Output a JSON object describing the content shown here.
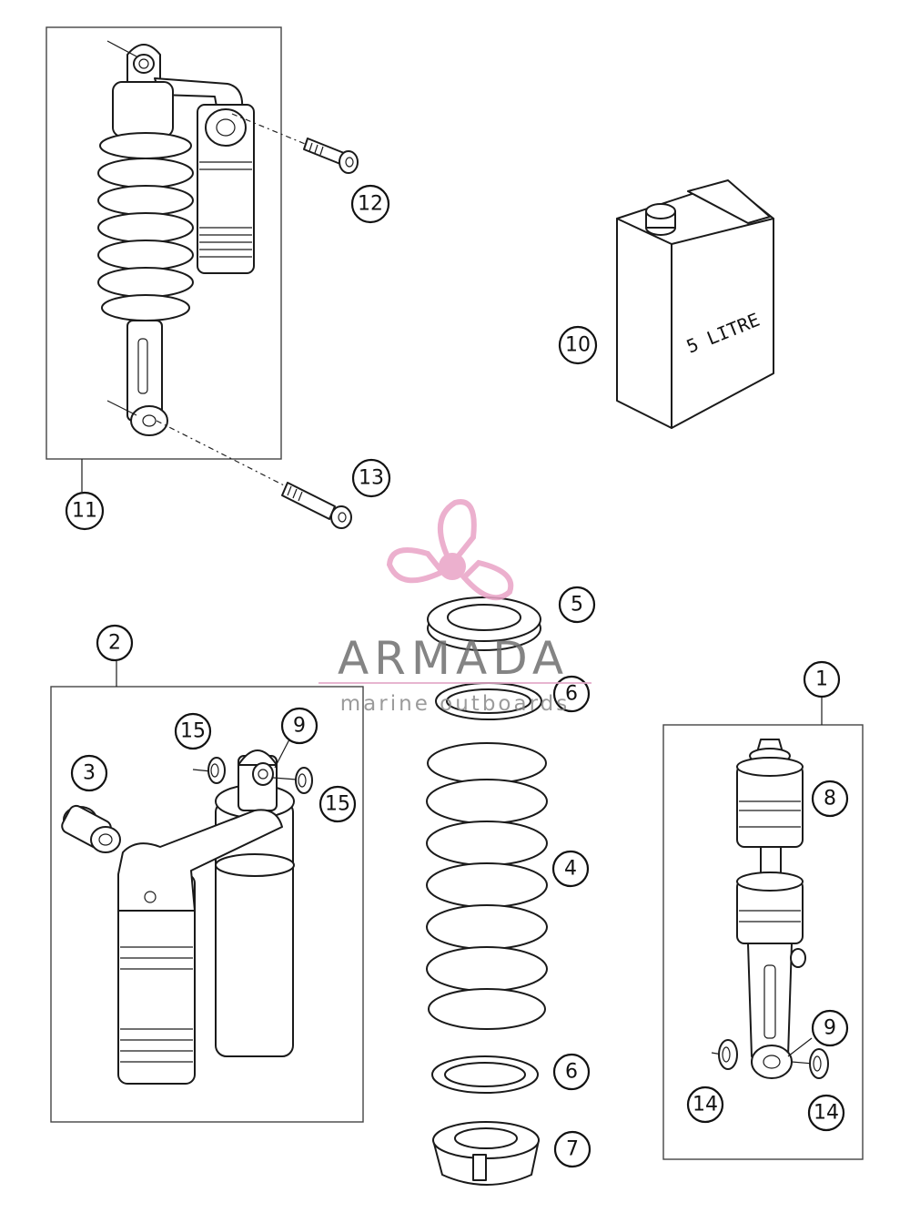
{
  "callouts": {
    "c1": "1",
    "c2": "2",
    "c3": "3",
    "c4": "4",
    "c5": "5",
    "c6a": "6",
    "c6b": "6",
    "c7": "7",
    "c8": "8",
    "c9a": "9",
    "c9b": "9",
    "c10": "10",
    "c11": "11",
    "c12": "12",
    "c13": "13",
    "c14a": "14",
    "c14b": "14",
    "c15a": "15",
    "c15b": "15"
  },
  "canister_label": "5 LITRE",
  "watermark": {
    "brand": "ARMADA",
    "tagline": "marine outboards",
    "colors": {
      "propeller": "#e9a3c6",
      "text": "#6f6f6f",
      "rule": "#e3a9c8"
    }
  }
}
